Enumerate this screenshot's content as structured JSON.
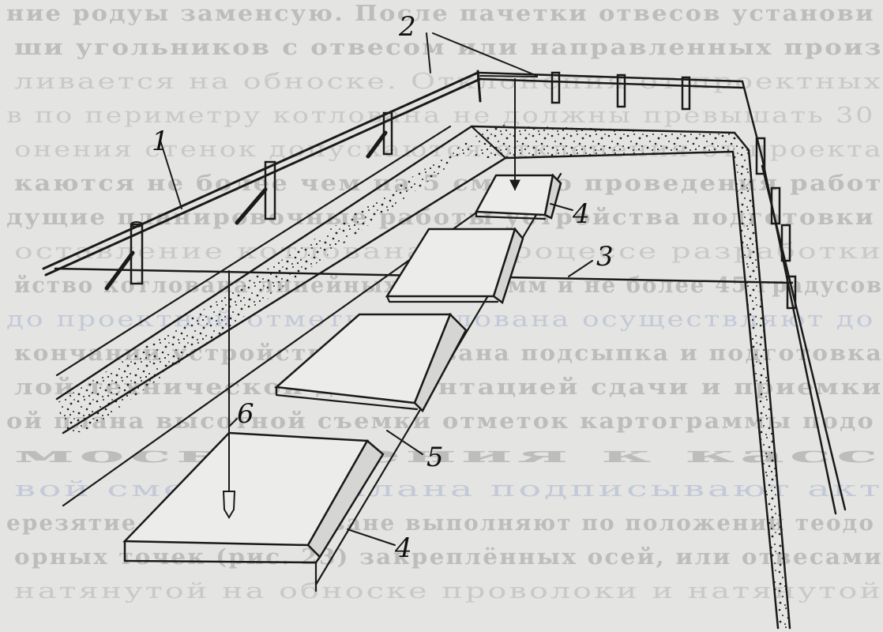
{
  "background_text": [
    {
      "text": "ние родуы заменсую. После пачетки отвесов установи",
      "style": "bold"
    },
    {
      "text": "ши угольников с отвесом или направленных произ",
      "style": "bold"
    },
    {
      "text": "ливается на обноске. Отклонения от проектных",
      "style": "normal"
    },
    {
      "text": "в по периметру котлована не должны превышать 30",
      "style": "normal"
    },
    {
      "text": "онения стенок допускаются отклонения от проекта",
      "style": "normal"
    },
    {
      "text": "каются не более чем на 5 см и до проведения работ",
      "style": "bold"
    },
    {
      "text": "дущие планировочные работы устройства подготовки",
      "style": "bold"
    },
    {
      "text": "оставление котлована. В процессе разработки",
      "style": "normal"
    },
    {
      "text": "йство котлована линейных до 100 мм и не более 45 градусов",
      "style": "bold"
    },
    {
      "text": "до проектной отметки котлована осуществляют до",
      "style": "blue"
    },
    {
      "text": "кончании устройства котлована подсыпка и подготовка",
      "style": "bold"
    },
    {
      "text": "лой технической документацией сдачи и приемки",
      "style": "bold"
    },
    {
      "text": "ой плана высотной съемки отметок картограммы подо",
      "style": "bold"
    },
    {
      "text": "мосвещения к касс",
      "style": "bold"
    },
    {
      "text": "вой сметы. За плана подписывают акт",
      "style": "blue"
    },
    {
      "text": "ерезятие осей в котловане выполняют по положении теодо",
      "style": "bold"
    },
    {
      "text": "орных точек (рис. 23) закреплённых осей, или отвесами",
      "style": "bold"
    },
    {
      "text": "натянутой на обноске проволоки и натянутой",
      "style": "normal"
    }
  ],
  "labels": {
    "rail": "1",
    "wires": "2",
    "axis_wire": "3",
    "footing": "4",
    "axis_line": "5",
    "plumb": "6"
  }
}
